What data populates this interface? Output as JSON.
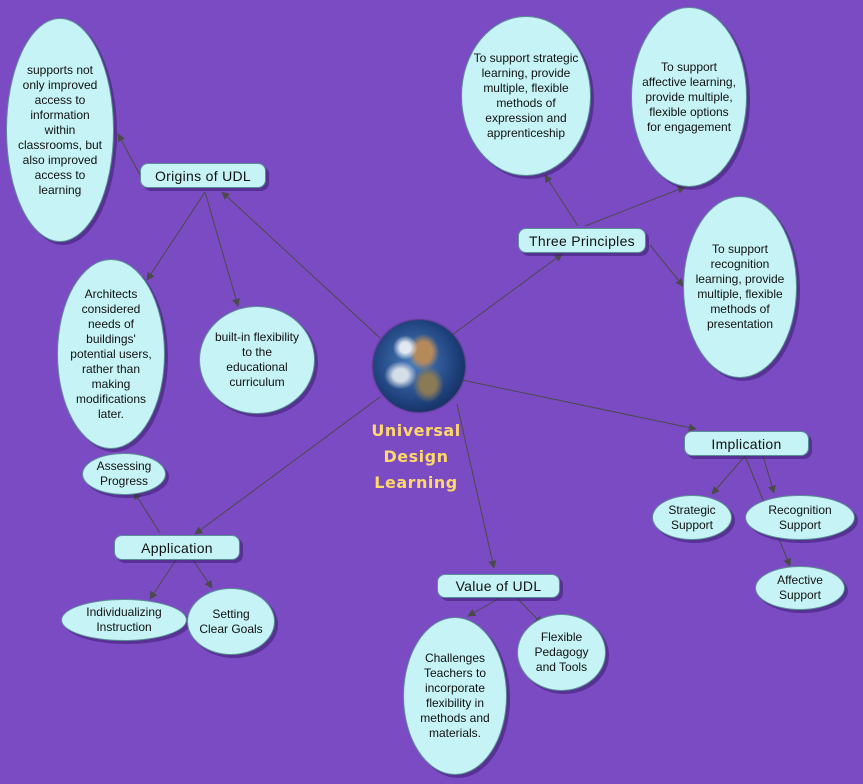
{
  "center": {
    "title": "Universal Design Learning"
  },
  "topics": {
    "origins": "Origins of UDL",
    "principles": "Three Principles",
    "implication": "Implication",
    "value": "Value of UDL",
    "application": "Application"
  },
  "details": {
    "origins_access": "supports not only improved access to information within classrooms, but also improved access to learning",
    "origins_architects": "Architects considered needs of buildings' potential users, rather than making modifications later.",
    "origins_flexibility": "built-in flexibility to the educational curriculum",
    "principle_strategic": "To support strategic learning, provide multiple, flexible methods of expression and apprenticeship",
    "principle_affective": "To support affective learning, provide multiple, flexible options for engagement",
    "principle_recognition": "To support recognition learning, provide multiple, flexible methods of presentation",
    "impl_strategic": "Strategic Support",
    "impl_recognition": "Recognition Support",
    "impl_affective": "Affective Support",
    "value_challenges": "Challenges Teachers to incorporate flexibility in methods and materials.",
    "value_pedagogy": "Flexible Pedagogy and Tools",
    "app_assessing": "Assessing Progress",
    "app_individualizing": "Individualizing Instruction",
    "app_goals": "Setting Clear Goals"
  },
  "colors": {
    "background": "#7b4bc4",
    "node_fill": "#c6f3f5",
    "node_border": "#5a8f95",
    "connector": "#4a4a4a",
    "center_text": "#ffd86a"
  }
}
